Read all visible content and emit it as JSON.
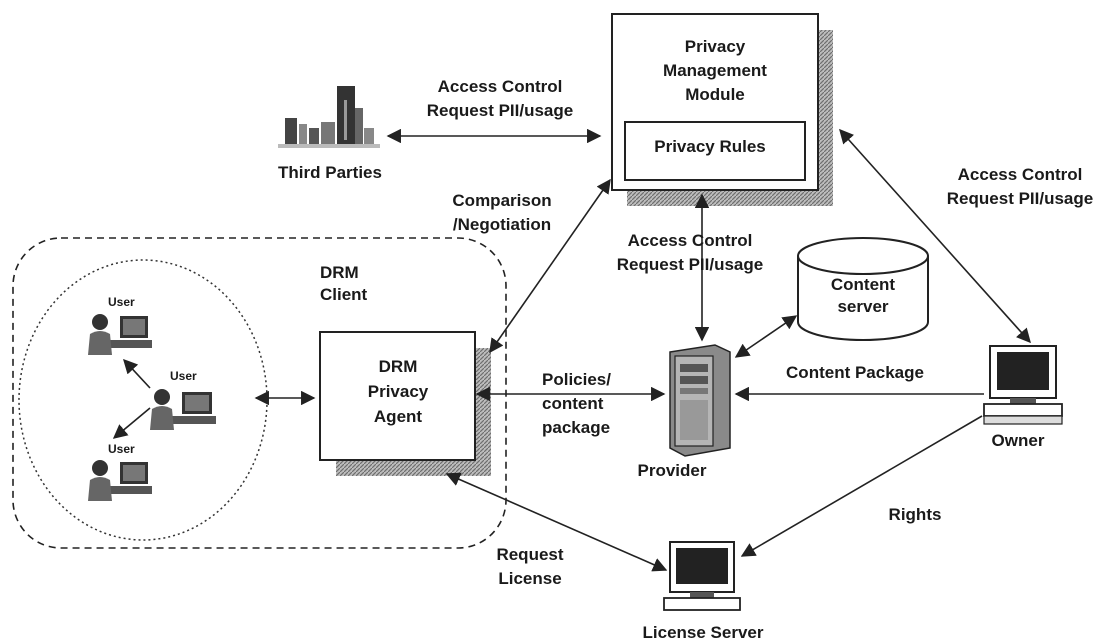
{
  "nodes": {
    "privacy_module": {
      "lines": [
        "Privacy",
        "Management",
        "Module"
      ]
    },
    "privacy_rules": "Privacy Rules",
    "third_parties": "Third Parties",
    "drm_client": [
      "DRM",
      "Client"
    ],
    "drm_agent": [
      "DRM",
      "Privacy",
      "Agent"
    ],
    "content_server": [
      "Content",
      "server"
    ],
    "provider": "Provider",
    "owner": "Owner",
    "license_server": "License Server",
    "user_label": "User"
  },
  "edge_labels": {
    "third_party_link": [
      "Access Control",
      "Request PII/usage"
    ],
    "owner_link": [
      "Access Control",
      "Request PII/usage"
    ],
    "provider_link": [
      "Access Control",
      "Request PII/usage"
    ],
    "negotiation": [
      "Comparison",
      "/Negotiation"
    ],
    "policies": [
      "Policies/",
      "content",
      "package"
    ],
    "content_package": "Content Package",
    "rights": "Rights",
    "request_license": [
      "Request",
      "License"
    ]
  },
  "colors": {
    "ink": "#1a1a1a",
    "shadow": "#9a9a9a",
    "hatch_dark": "#6e6e6e"
  }
}
